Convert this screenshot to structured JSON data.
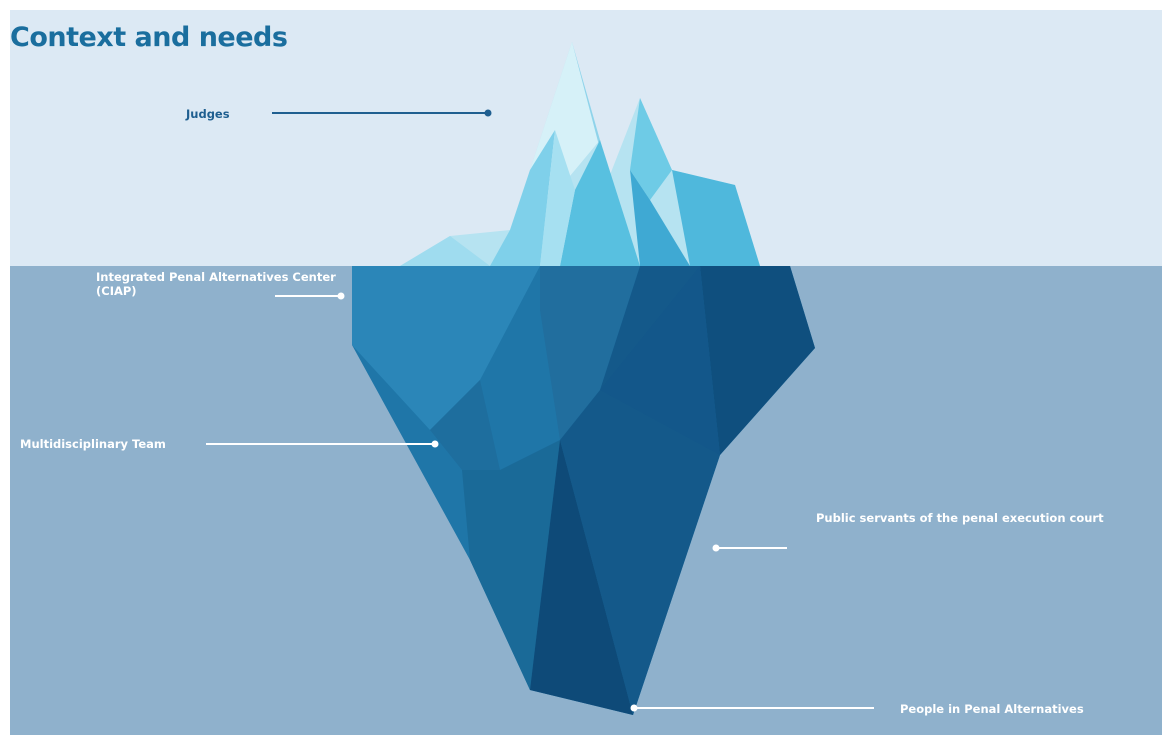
{
  "title": "Context and needs",
  "labels": {
    "judges": "Judges",
    "ciap": "Integrated Penal Alternatives Center (CIAP)",
    "team": "Multidisciplinary Team",
    "public_servants": "Public servants of the penal execution court",
    "people": "People in Penal Alternatives"
  },
  "colors": {
    "sky": "#dce9f4",
    "water": "#8fb1cc",
    "title": "#1a6e9e",
    "judges_line": "#1f5f90",
    "underwater_text": "#ffffff",
    "ice_light": "#9edcf0",
    "ice_deep": "#0f5f8e"
  }
}
